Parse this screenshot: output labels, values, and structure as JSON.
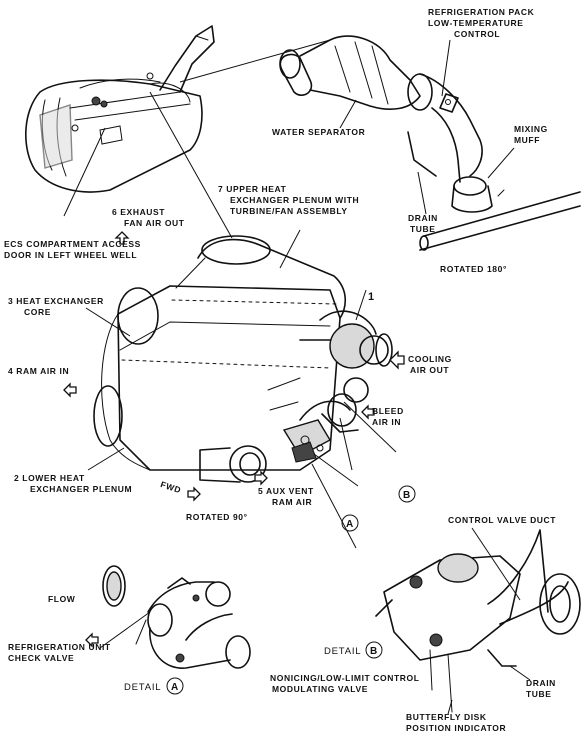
{
  "labels": {
    "refrigeration_pack": [
      "REFRIGERATION PACK",
      "LOW-TEMPERATURE",
      "CONTROL"
    ],
    "water_separator": "WATER SEPARATOR",
    "mixing_muff": [
      "MIXING",
      "MUFF"
    ],
    "drain_tube_top": [
      "DRAIN",
      "TUBE"
    ],
    "rotated_180": "ROTATED 180°",
    "upper_plenum": [
      "7  UPPER HEAT",
      "EXCHANGER PLENUM WITH",
      "TURBINE/FAN ASSEMBLY"
    ],
    "exhaust_fan": [
      "6  EXHAUST",
      "FAN AIR OUT"
    ],
    "ecs_door": [
      "ECS COMPARTMENT ACCESS",
      "DOOR IN LEFT WHEEL WELL"
    ],
    "heat_exchanger_core": [
      "3  HEAT EXCHANGER",
      "CORE"
    ],
    "item_1": "1",
    "ram_air_in": "4  RAM AIR IN",
    "cooling_air_out": [
      "COOLING",
      "AIR OUT"
    ],
    "bleed_air_in": [
      "BLEED",
      "AIR IN"
    ],
    "lower_plenum": [
      "2  LOWER HEAT",
      "EXCHANGER PLENUM"
    ],
    "fwd": "FWD",
    "aux_vent": [
      "5  AUX VENT",
      "RAM AIR"
    ],
    "rotated_90": "ROTATED 90°",
    "callout_a": "A",
    "callout_b": "B",
    "control_valve_duct": "CONTROL VALVE DUCT",
    "flow": "FLOW",
    "refrigeration_check_valve": [
      "REFRIGERATION UNIT",
      "CHECK VALVE"
    ],
    "detail_a": "DETAIL",
    "detail_b": "DETAIL",
    "nonicing_valve": [
      "NONICING/LOW-LIMIT CONTROL",
      "MODULATING VALVE"
    ],
    "drain_tube_bottom": [
      "DRAIN",
      "TUBE"
    ],
    "butterfly_indicator": [
      "BUTTERFLY DISK",
      "POSITION INDICATOR"
    ]
  },
  "icons": {
    "airflow_arrow": "hollow-arrow-icon",
    "callout_circle": "circle-letter-icon"
  }
}
